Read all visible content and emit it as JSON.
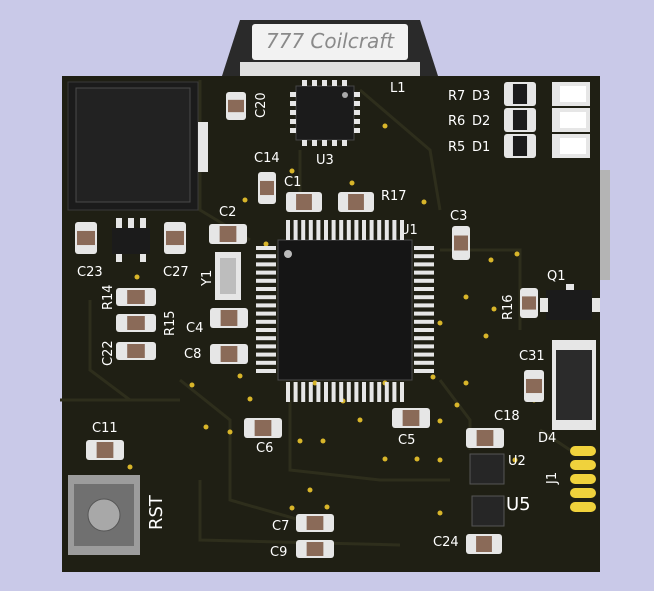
{
  "board": {
    "colors": {
      "background": "#c9c9e8",
      "solder_mask": "#1f1f14",
      "copper_trace": "#2e2e1c",
      "silkscreen": "#ffffff",
      "pad": "#e6e6e6",
      "gold": "#f0d23c",
      "body_black": "#1b1b1b",
      "cap_brown": "#8a6a58"
    },
    "inductor_brand": "777 Coilcraft",
    "labels": {
      "l1": "L1",
      "c20": "C20",
      "u3": "U3",
      "c14": "C14",
      "c1": "C1",
      "r17": "R17",
      "c2": "C2",
      "u1": "U1",
      "c3": "C3",
      "c23": "C23",
      "c27": "C27",
      "y1": "Y1",
      "r14": "R14",
      "r15": "R15",
      "c4": "C4",
      "c22": "C22",
      "c8": "C8",
      "r16": "R16",
      "q1": "Q1",
      "c31": "C31",
      "c11": "C11",
      "c6": "C6",
      "c5": "C5",
      "c18": "C18",
      "d4": "D4",
      "u2": "U2",
      "j1": "J1",
      "u5": "U5",
      "rst": "RST",
      "c7": "C7",
      "c9": "C9",
      "c24": "C24",
      "r7": "R7",
      "d3": "D3",
      "r6": "R6",
      "d2": "D2",
      "r5": "R5",
      "d1": "D1"
    }
  }
}
